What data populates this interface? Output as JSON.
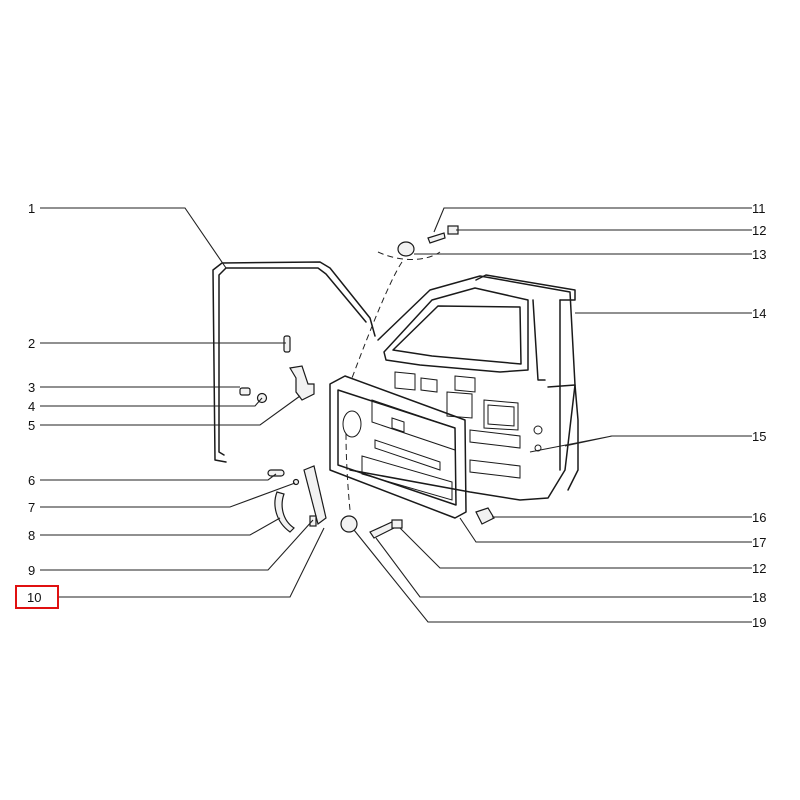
{
  "diagram": {
    "callouts": [
      {
        "id": "c1",
        "label": "1"
      },
      {
        "id": "c2",
        "label": "2"
      },
      {
        "id": "c3",
        "label": "3"
      },
      {
        "id": "c4",
        "label": "4"
      },
      {
        "id": "c5",
        "label": "5"
      },
      {
        "id": "c6",
        "label": "6"
      },
      {
        "id": "c7",
        "label": "7"
      },
      {
        "id": "c8",
        "label": "8"
      },
      {
        "id": "c9",
        "label": "9"
      },
      {
        "id": "c10",
        "label": "10"
      },
      {
        "id": "c11",
        "label": "11"
      },
      {
        "id": "c12a",
        "label": "12"
      },
      {
        "id": "c13",
        "label": "13"
      },
      {
        "id": "c14",
        "label": "14"
      },
      {
        "id": "c15",
        "label": "15"
      },
      {
        "id": "c16",
        "label": "16"
      },
      {
        "id": "c17",
        "label": "17"
      },
      {
        "id": "c12b",
        "label": "12"
      },
      {
        "id": "c18",
        "label": "18"
      },
      {
        "id": "c19",
        "label": "19"
      }
    ],
    "highlighted_callout": "10",
    "highlight_color": "#e01010"
  }
}
